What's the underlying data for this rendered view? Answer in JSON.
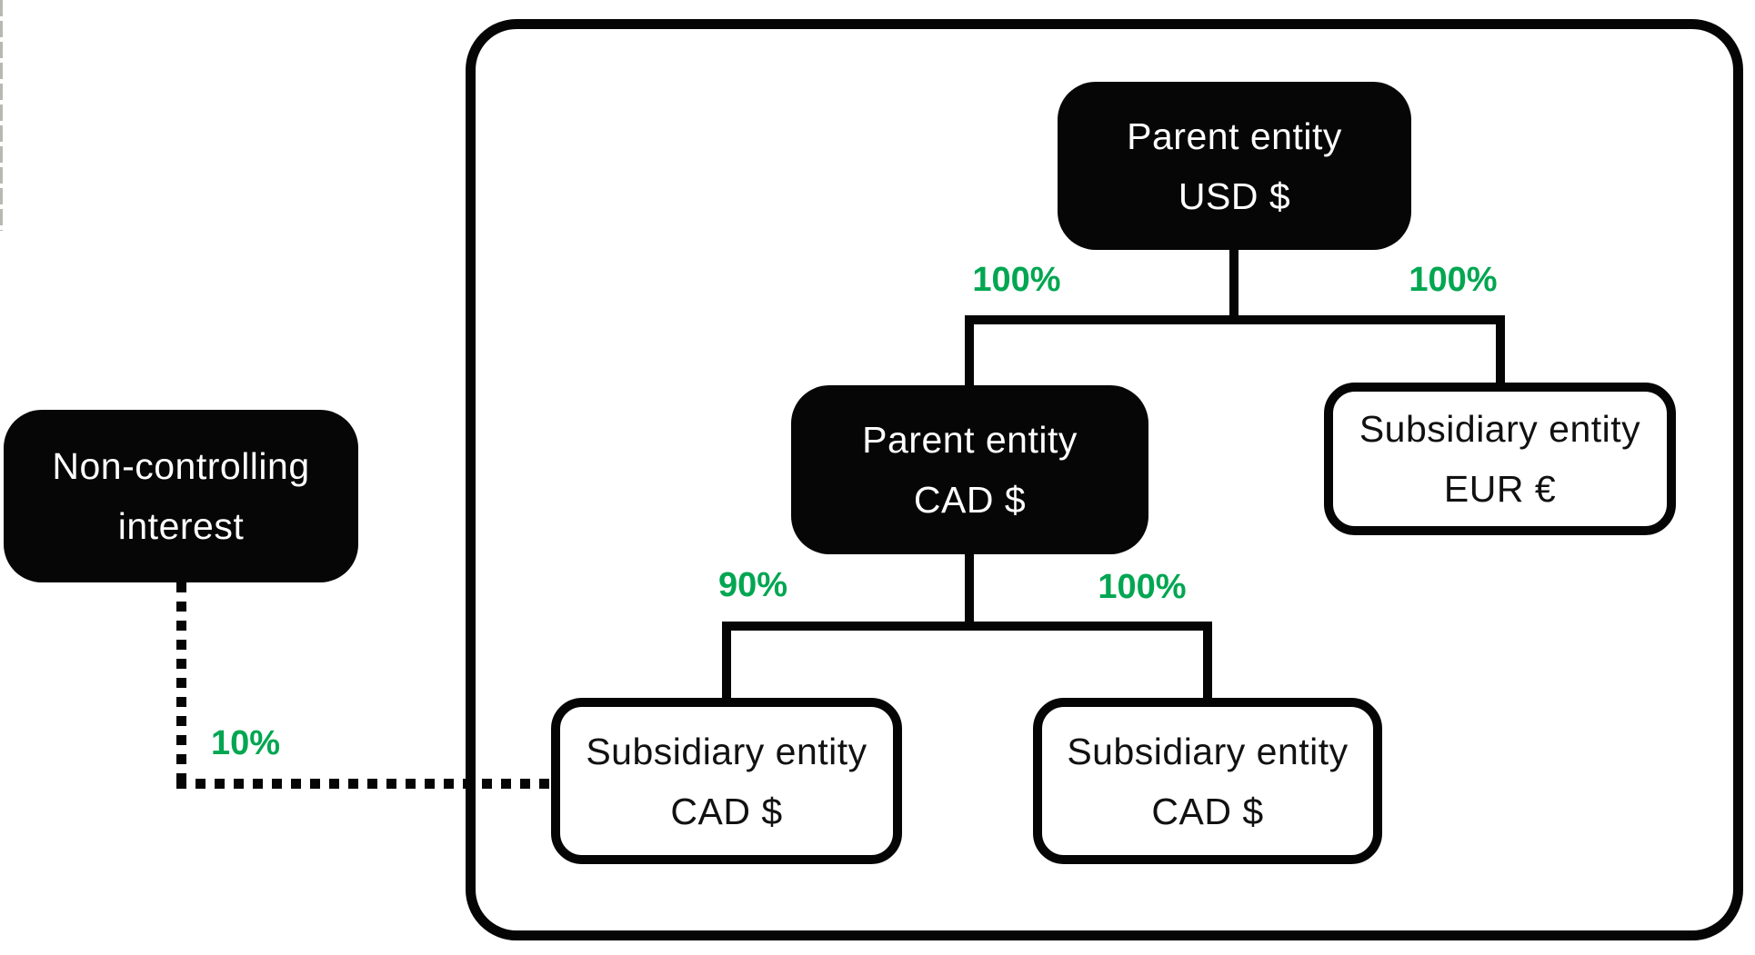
{
  "diagram": {
    "nodes": {
      "parent_usd": {
        "name": "Parent entity",
        "currency": "USD $"
      },
      "parent_cad": {
        "name": "Parent entity",
        "currency": "CAD $"
      },
      "sub_eur": {
        "name": "Subsidiary entity",
        "currency": "EUR €"
      },
      "sub_cad_left": {
        "name": "Subsidiary entity",
        "currency": "CAD $"
      },
      "sub_cad_right": {
        "name": "Subsidiary entity",
        "currency": "CAD $"
      },
      "nci": {
        "line1": "Non-controlling",
        "line2": "interest"
      }
    },
    "ownership": {
      "usd_to_cad": "100%",
      "usd_to_eur": "100%",
      "cad_to_sub_left": "90%",
      "cad_to_sub_right": "100%",
      "nci_to_sub_left": "10%"
    },
    "colors": {
      "percent_green": "#00A651",
      "node_black": "#060606",
      "line_black": "#050505",
      "white_box": "#FFFFFF"
    }
  }
}
